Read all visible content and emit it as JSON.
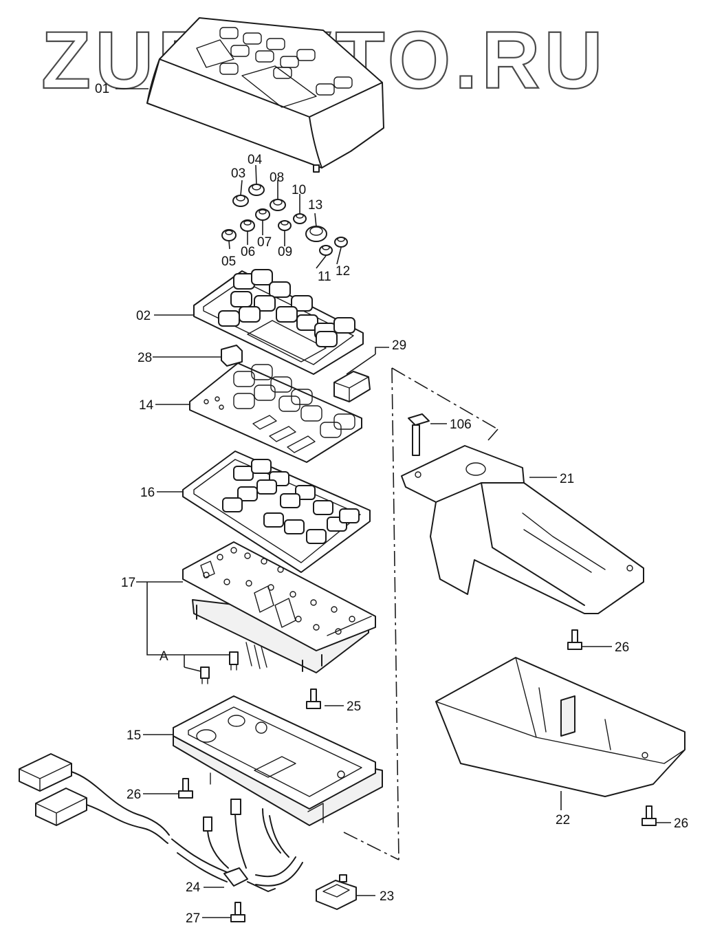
{
  "watermark": "ZURAVTO.RU",
  "labels": {
    "p01": "01",
    "p02": "02",
    "p03": "03",
    "p04": "04",
    "p05": "05",
    "p06": "06",
    "p07": "07",
    "p08": "08",
    "p09": "09",
    "p10": "10",
    "p11": "11",
    "p12": "12",
    "p13": "13",
    "p14": "14",
    "p15": "15",
    "p16": "16",
    "p17": "17",
    "p21": "21",
    "p22": "22",
    "p23": "23",
    "p24": "24",
    "p25": "25",
    "p26a": "26",
    "p26b": "26",
    "p26c": "26",
    "p27": "27",
    "p28": "28",
    "p29": "29",
    "p106": "106",
    "pA": "A"
  }
}
